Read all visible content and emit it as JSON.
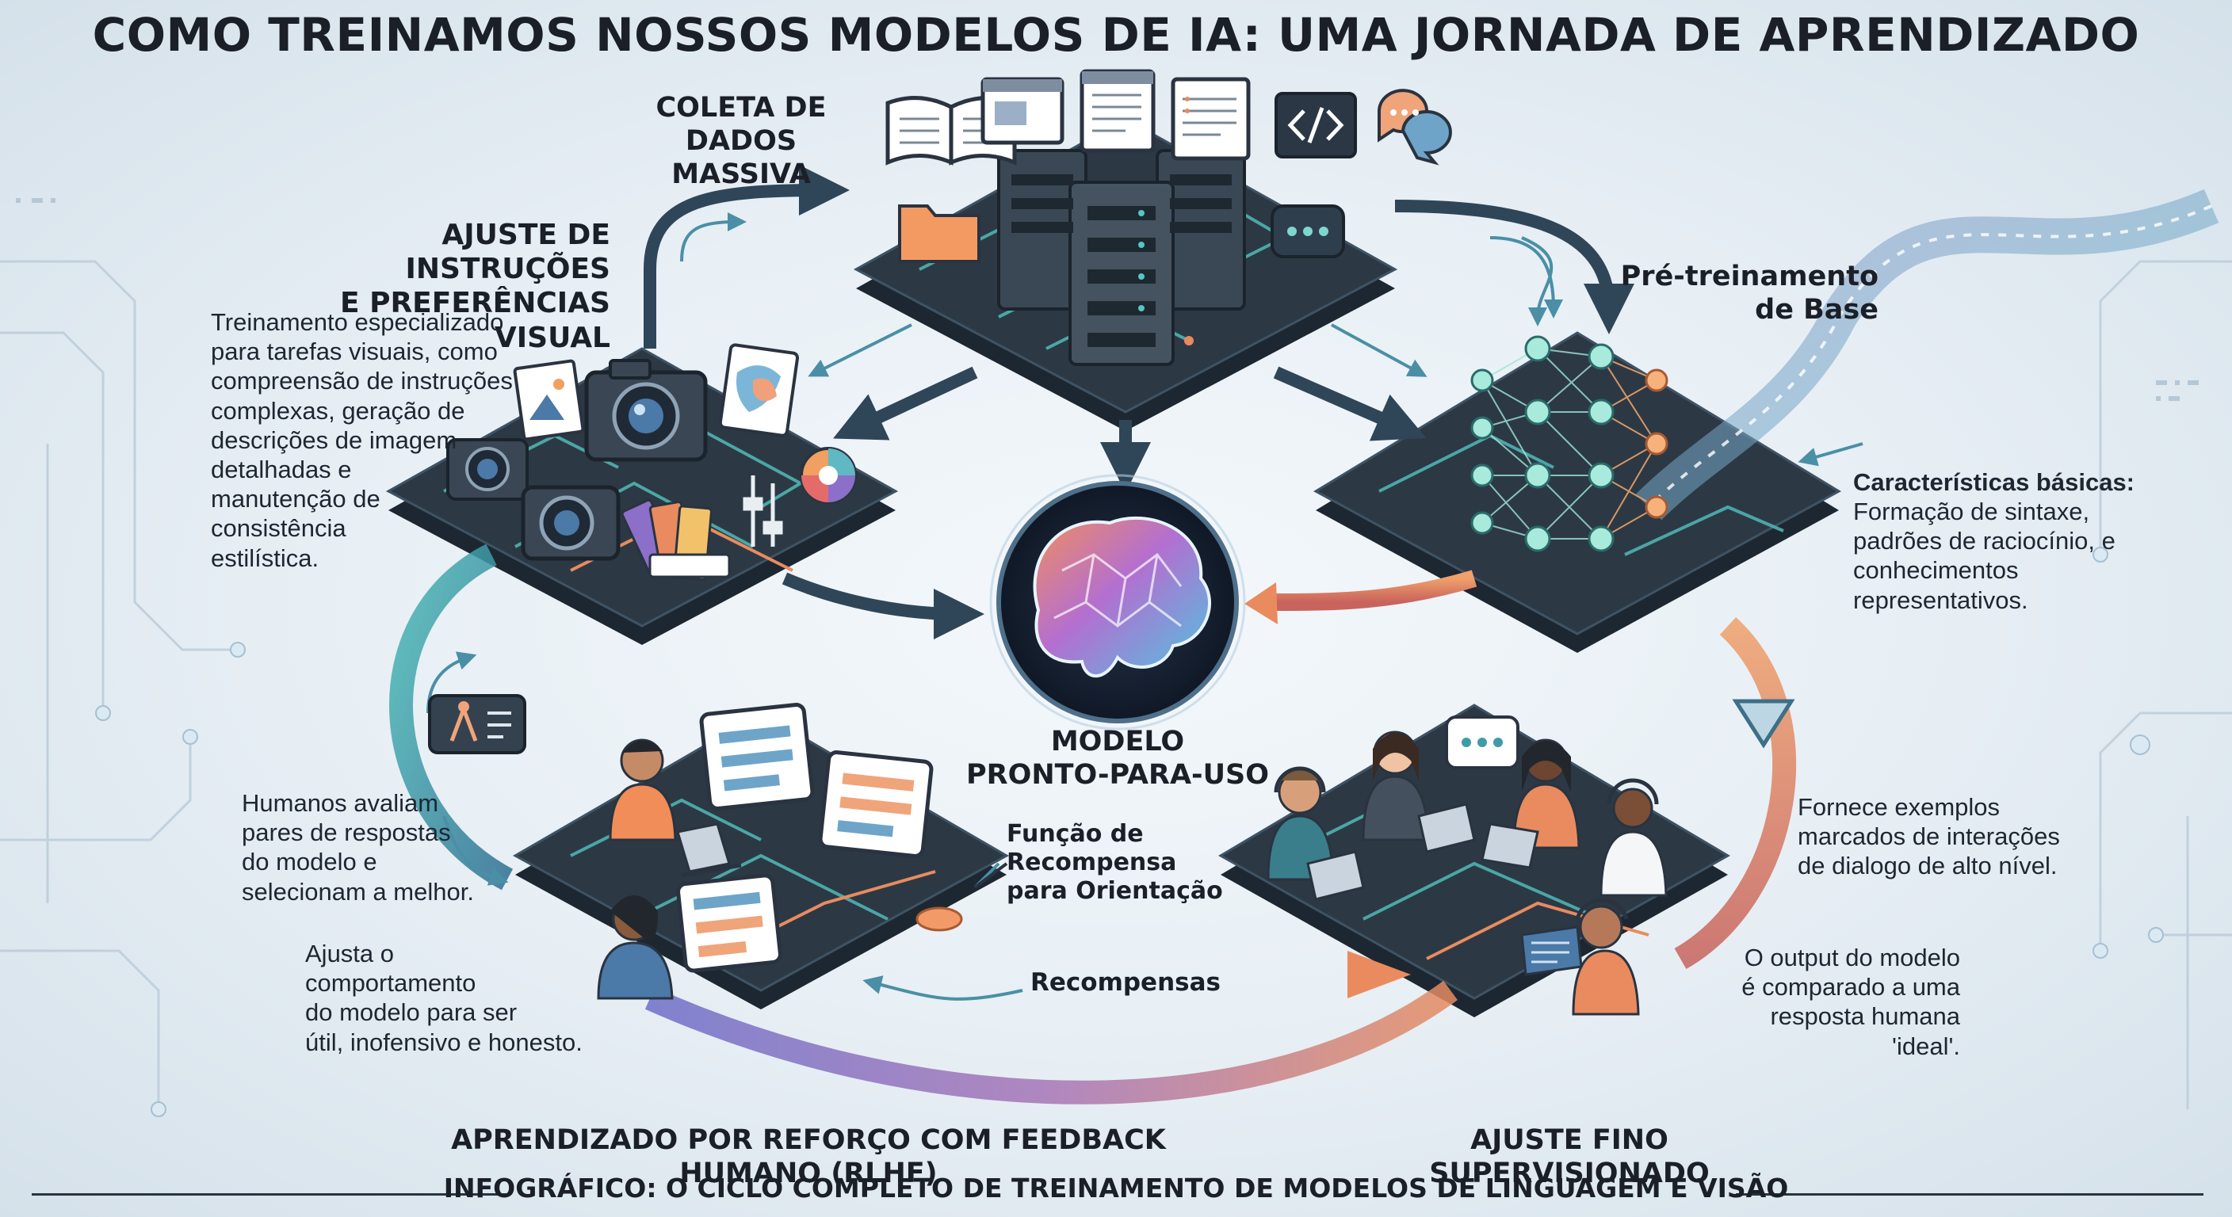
{
  "title": "COMO TREINAMOS NOSSOS MODELOS DE IA: UMA JORNADA DE APRENDIZADO",
  "stages": {
    "data_collection": {
      "title": "COLETA DE\nDADOS MASSIVA"
    },
    "pretraining": {
      "title": "Pré-treinamento\nde Base",
      "desc_heading": "Características básicas:",
      "desc": "Formação de sintaxe,\npadrões de raciocínio, e\nconhecimentos\nrepresentativos."
    },
    "visual_tuning": {
      "title": "AJUSTE DE INSTRUÇÕES\nE PREFERÊNCIAS VISUAL",
      "desc": "Treinamento especializado\npara tarefas visuais, como\ncompreensão de instruções\ncomplexas, geração de\ndescrições de imagem\ndetalhadas e\nmanutenção de\nconsistência\nestilística."
    },
    "rlhf": {
      "title": "APRENDIZADO POR REFORÇO COM FEEDBACK HUMANO (RLHF)",
      "desc1": "Humanos avaliam\npares de respostas\ndo modelo e\nselecionam a melhor.",
      "desc2": "Ajusta o\ncomportamento\ndo modelo para ser\nútil, inofensivo e honesto.",
      "reward_function": "Função de\nRecompensa\npara Orientação",
      "rewards": "Recompensas"
    },
    "sft": {
      "title": "AJUSTE FINO SUPERVISIONADO",
      "desc1": "Fornece exemplos\nmarcados de interações\nde dialogo de alto nível.",
      "desc2": "O output do modelo\né comparado a uma\nresposta humana 'ideal'."
    },
    "center": {
      "title": "MODELO\nPRONTO-PARA-USO"
    }
  },
  "footer": "INFOGRÁFICO: O CICLO COMPLETO DE TREINAMENTO DE MODELOS DE LINGUAGEM E VISÃO",
  "icons": [
    "book-icon",
    "browser-window-icon",
    "document-icon",
    "code-icon",
    "chat-bubble-icon",
    "folder-icon",
    "server-icon",
    "camera-icon",
    "image-icon",
    "palette-icon",
    "color-wheel-icon",
    "slider-icon",
    "neural-network-icon",
    "brain-icon",
    "person-icon",
    "laptop-icon",
    "headset-icon",
    "triangle-icon"
  ],
  "colors": {
    "platform": "#26323e",
    "circuit": "#4fb3b0",
    "teal_arrow": "#3e9ca6",
    "orange_arrow": "#e98b5f",
    "purple_arrow": "#8b6fc9",
    "dark_arrow": "#2f4658",
    "node_teal": "#9fe6d7",
    "node_orange": "#f6a86a"
  }
}
